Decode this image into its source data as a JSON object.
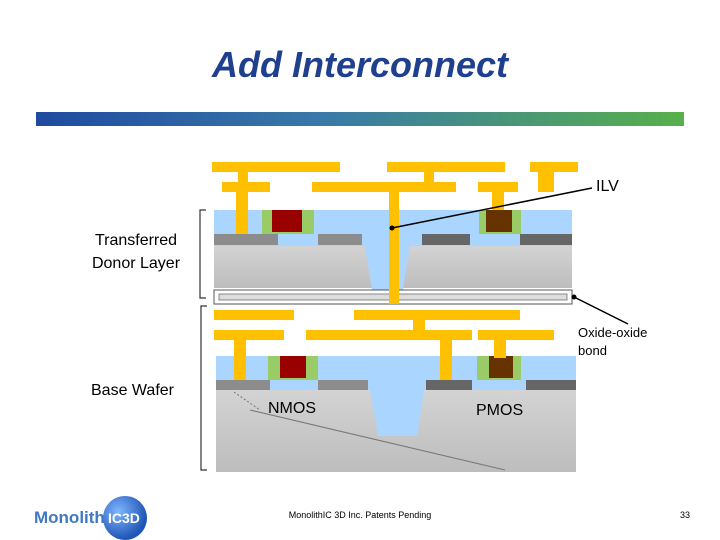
{
  "slide": {
    "title": "Add Interconnect",
    "footer": "MonolithIC 3D Inc. Patents Pending",
    "page_number": "33"
  },
  "logo": {
    "text": "Monolith",
    "ball_text": "IC3D"
  },
  "labels": {
    "ilv": "ILV",
    "transferred_line1": "Transferred",
    "transferred_line2": "Donor Layer",
    "oxide_line1": "Oxide-oxide",
    "oxide_line2": "bond",
    "base_wafer": "Base Wafer",
    "nmos": "NMOS",
    "pmos": "PMOS"
  },
  "colors": {
    "title": "#1f3f8f",
    "metal": "#ffc000",
    "oxide": "#a9d5ff",
    "silicon": "#d9d9d9",
    "gate_nmos": "#990000",
    "gate_pmos": "#663300",
    "spacer": "#99cc66",
    "contact_region": "#808080"
  }
}
